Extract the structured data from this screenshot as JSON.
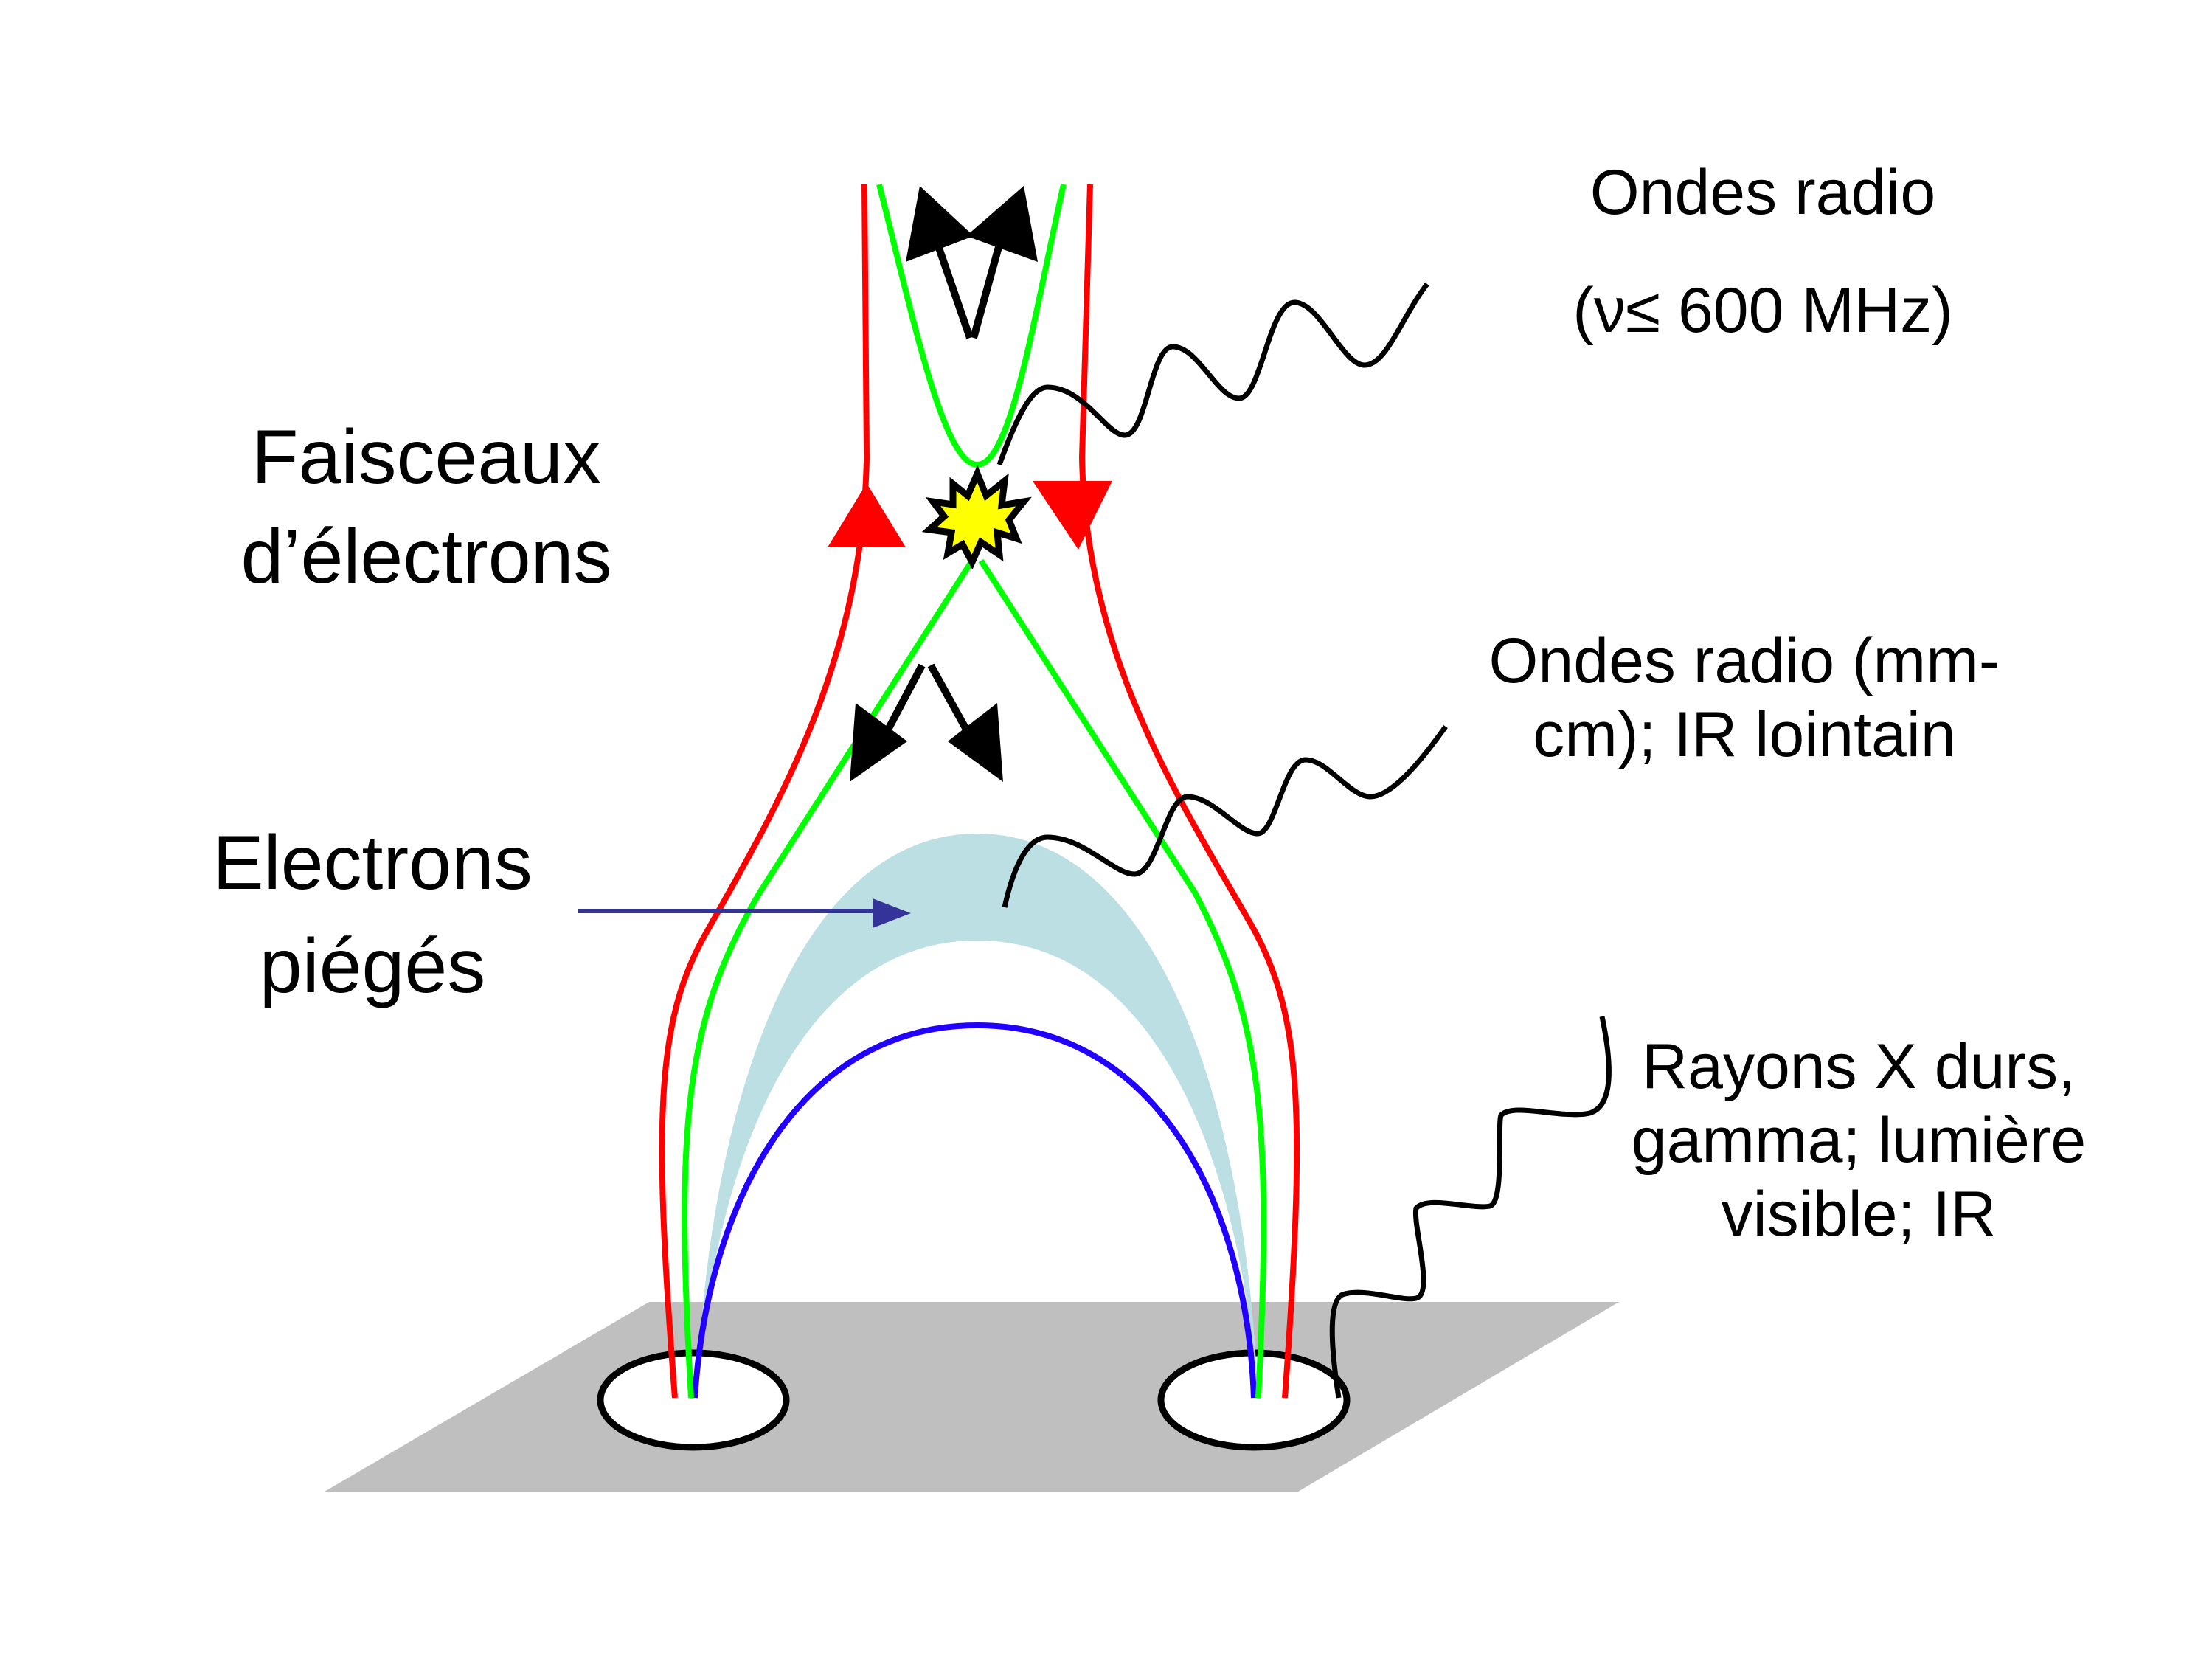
{
  "title": "Modèle d'éruption solaire : faisceaux d'électrons et émissions",
  "labels": {
    "beams": [
      "Faisceaux",
      "d’électrons"
    ],
    "trapped": [
      "Electrons",
      "piégés"
    ],
    "radio_low": [
      "Ondes radio",
      "(ν≤ 600 MHz)"
    ],
    "radio_mm": [
      "Ondes radio (mm-",
      "cm); IR lointain"
    ],
    "hard_xray": [
      "Rayons X durs,",
      "gamma; lumière",
      "visible; IR"
    ]
  },
  "colors": {
    "open_field_lines": "#ff0000",
    "reconnecting_field_lines": "#00ff00",
    "closed_loop": "#2200ff",
    "trapped_region": "#bcdfe3",
    "photosphere": "#bfbfbf",
    "pointer_arrow": "#333399",
    "reconnection_site": "#ffff00",
    "wave": "#000000"
  },
  "icons": {
    "reconnection_site": "explosion-star-icon",
    "beam_direction": "arrow-icon"
  }
}
